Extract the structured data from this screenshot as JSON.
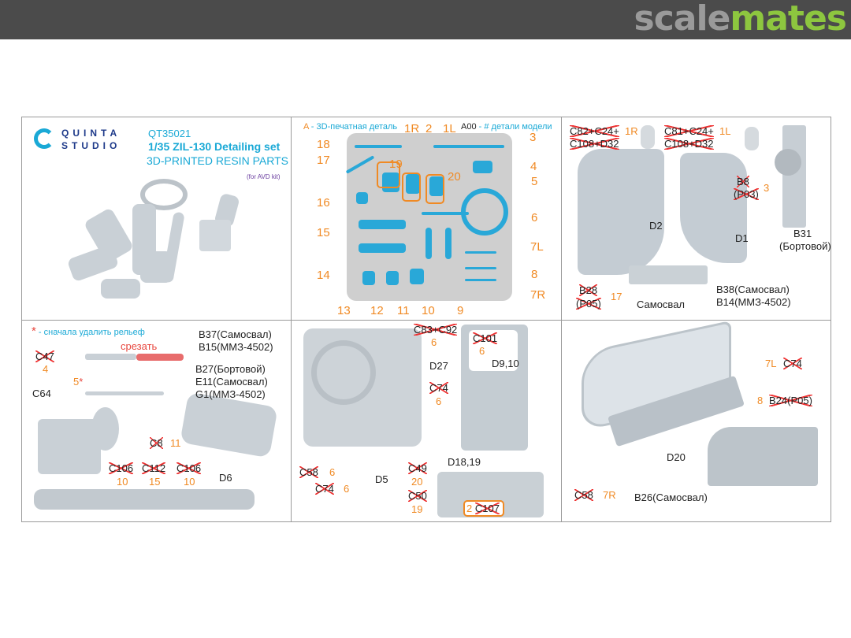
{
  "site": {
    "logo_a": "scale",
    "logo_b": "mates"
  },
  "p1": {
    "brand_1": "QUINTA",
    "brand_2": "STUDIO",
    "code": "QT35021",
    "title": "1/35  ZIL-130 Detailing set",
    "subtitle": "3D-PRINTED RESIN PARTS",
    "kit": "(for AVD kit)"
  },
  "p2": {
    "legend_a": "A",
    "legend_a_text": " - 3D-печатная деталь",
    "legend_b": "A00",
    "legend_b_text": " - # детали модели",
    "nums": [
      "1R",
      "2",
      "1L",
      "3",
      "18",
      "4",
      "19",
      "17",
      "20",
      "5",
      "16",
      "6",
      "15",
      "7L",
      "8",
      "14",
      "7R",
      "13",
      "12",
      "11",
      "10",
      "9"
    ]
  },
  "p3": {
    "c82": "C82+C24+",
    "c108a": "C108+D32",
    "n1r": "1R",
    "c81": "C81+C24+",
    "c108b": "C108+D32",
    "n1l": "1L",
    "b8": "B8",
    "p03": "(P03)",
    "n3": "3",
    "d2": "D2",
    "d1": "D1",
    "b31": "B31",
    "bort": "(Бортовой)",
    "b28": "B28",
    "p05": "(P05)",
    "n17": "17",
    "samosval": "Самосвал",
    "b38": "B38(Самосвал)",
    "b14": "B14(ММЗ-4502)"
  },
  "p4": {
    "star": "*",
    "note": " - сначала удалить рельеф",
    "cut": "срезать",
    "b37": "B37(Самосвал)",
    "b15": "B15(ММЗ-4502)",
    "c47": "C47",
    "n4": "4",
    "n5": "5",
    "b27": "B27(Бортовой)",
    "e11": "E11(Самосвал)",
    "g1": "G1(ММЗ-4502)",
    "c64": "C64",
    "c8": "C8",
    "n11": "11",
    "c106a": "C106",
    "c112": "C112",
    "c106b": "C106",
    "n10a": "10",
    "n15": "15",
    "n10b": "10",
    "d6": "D6"
  },
  "p5": {
    "c83": "C83+C92",
    "n6a": "6",
    "c101": "C101",
    "n6b": "6",
    "d910": "D9,10",
    "d27": "D27",
    "c74a": "C74",
    "n6c": "6",
    "c58": "C58",
    "n6d": "6",
    "c74b": "C74",
    "n6e": "6",
    "d5": "D5",
    "d1819": "D18,19",
    "c49": "C49",
    "n20": "20",
    "c50": "C50",
    "n19": "19",
    "n2": "2",
    "c107": "C107"
  },
  "p6": {
    "n7l": "7L",
    "c74": "C74",
    "n8": "8",
    "b24": "B24(P05)",
    "d20": "D20",
    "c58": "C58",
    "n7r": "7R",
    "b26": "B26(Самосвал)"
  }
}
